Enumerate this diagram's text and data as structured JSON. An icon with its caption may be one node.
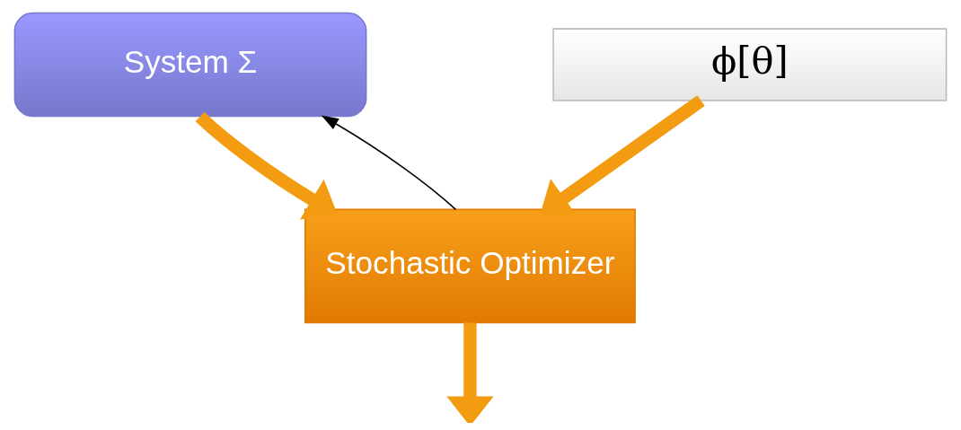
{
  "diagram": {
    "nodes": [
      {
        "text": [
          "System Σ"
        ]
      },
      {
        "text": [
          "ϕ[θ]"
        ]
      },
      {
        "text": [
          "Stochastic Optimizer"
        ]
      }
    ],
    "edges": [
      {
        "from": 0,
        "to": 2,
        "arrow": "to"
      },
      {
        "from": 1,
        "to": 2,
        "arrow": "to"
      },
      {
        "from": 2,
        "to": 0,
        "arrow": "to",
        "color": "#000000"
      },
      {
        "from": 2,
        "to": null,
        "arrow": "to"
      }
    ]
  }
}
